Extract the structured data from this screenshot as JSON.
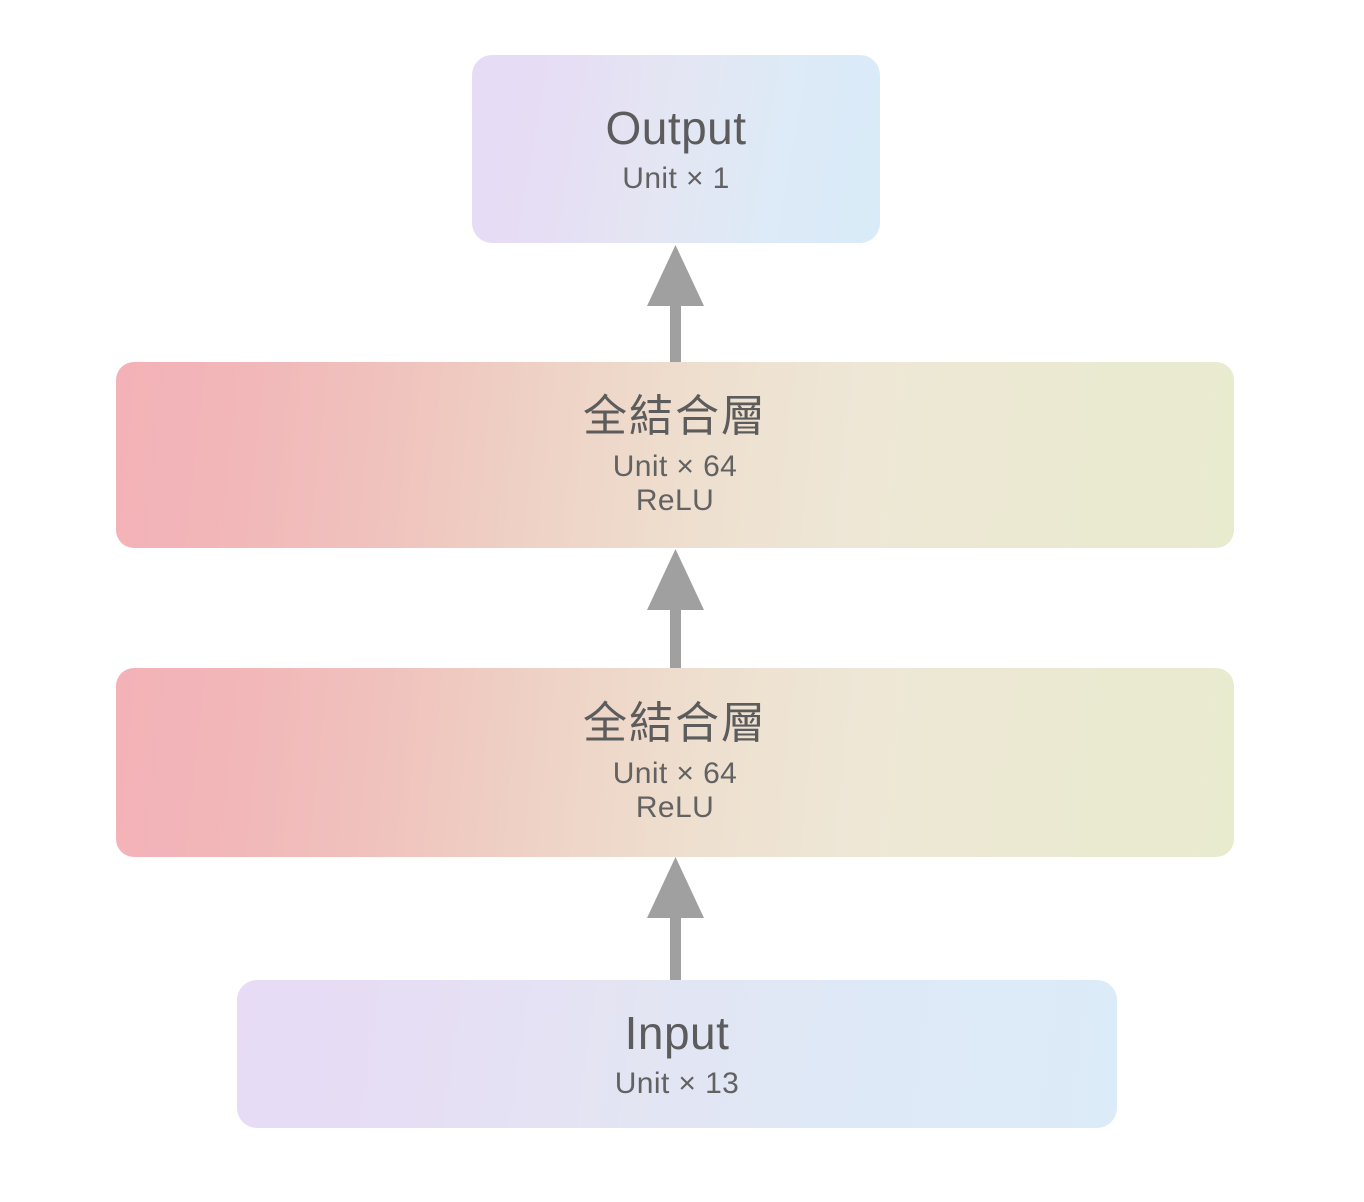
{
  "diagram": {
    "type": "neural-network-architecture",
    "orientation": "bottom-to-top",
    "background_color": "#ffffff",
    "arrow_color": "#a0a0a0",
    "text_color": "#5c5c5c",
    "layers": [
      {
        "id": "output",
        "title": "Output",
        "units_label": "Unit × 1",
        "units": 1,
        "activation": "",
        "gradient_from": "#e7dbf6",
        "gradient_to": "#d9ebf8"
      },
      {
        "id": "fc2",
        "title": "全結合層",
        "units_label": "Unit × 64",
        "units": 64,
        "activation": "ReLU",
        "gradient_from": "#f3b2b7",
        "gradient_to": "#e9ebcf"
      },
      {
        "id": "fc1",
        "title": "全結合層",
        "units_label": "Unit × 64",
        "units": 64,
        "activation": "ReLU",
        "gradient_from": "#f3b2b7",
        "gradient_to": "#e9ebcf"
      },
      {
        "id": "input",
        "title": "Input",
        "units_label": "Unit × 13",
        "units": 13,
        "activation": "",
        "gradient_from": "#e7dbf6",
        "gradient_to": "#dcebf8"
      }
    ],
    "connections": [
      {
        "from": "input",
        "to": "fc1"
      },
      {
        "from": "fc1",
        "to": "fc2"
      },
      {
        "from": "fc2",
        "to": "output"
      }
    ]
  }
}
